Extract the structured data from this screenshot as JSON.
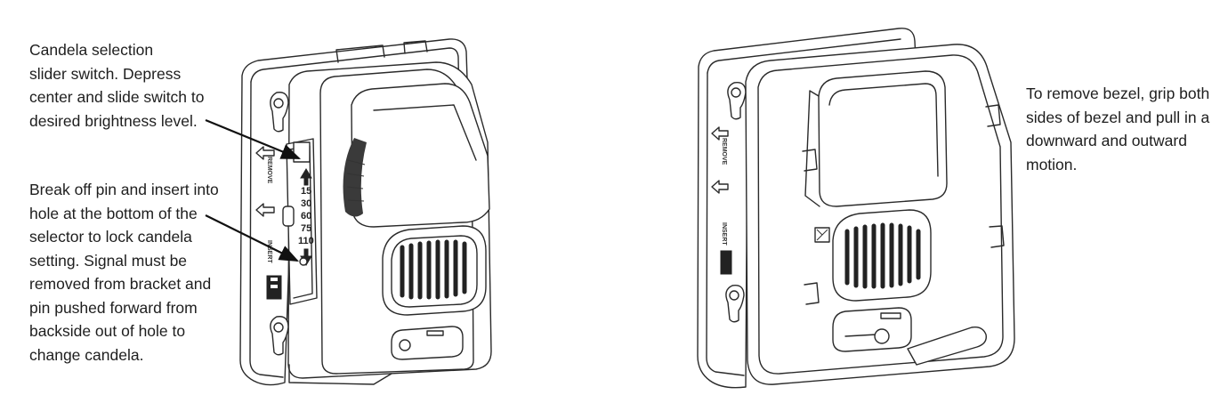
{
  "captions": {
    "candela_selection": "Candela selection\nslider switch.  Depress\ncenter and slide switch to\ndesired brightness level.",
    "break_off_pin": "Break off pin and insert into\nhole at the bottom of the\nselector to lock candela\nsetting.  Signal must be\nremoved from bracket and\npin pushed forward from\nbackside out of hole to\nchange candela.",
    "remove_bezel": "To remove bezel, grip both\nsides of bezel and pull in a\ndownward and outward\nmotion."
  },
  "slider_scale": [
    "15",
    "30",
    "60",
    "75",
    "110"
  ],
  "bracket_labels": {
    "remove": "REMOVE",
    "insert": "INSERT"
  }
}
